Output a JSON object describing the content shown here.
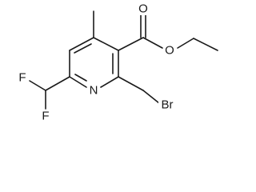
{
  "molecule": {
    "atoms": {
      "o_carbonyl": "O",
      "o_ester": "O",
      "n_ring": "N",
      "f_top": "F",
      "f_bottom": "F",
      "br": "Br"
    }
  },
  "colors": {
    "bond": "#1a1a1a",
    "background": "#ffffff"
  }
}
